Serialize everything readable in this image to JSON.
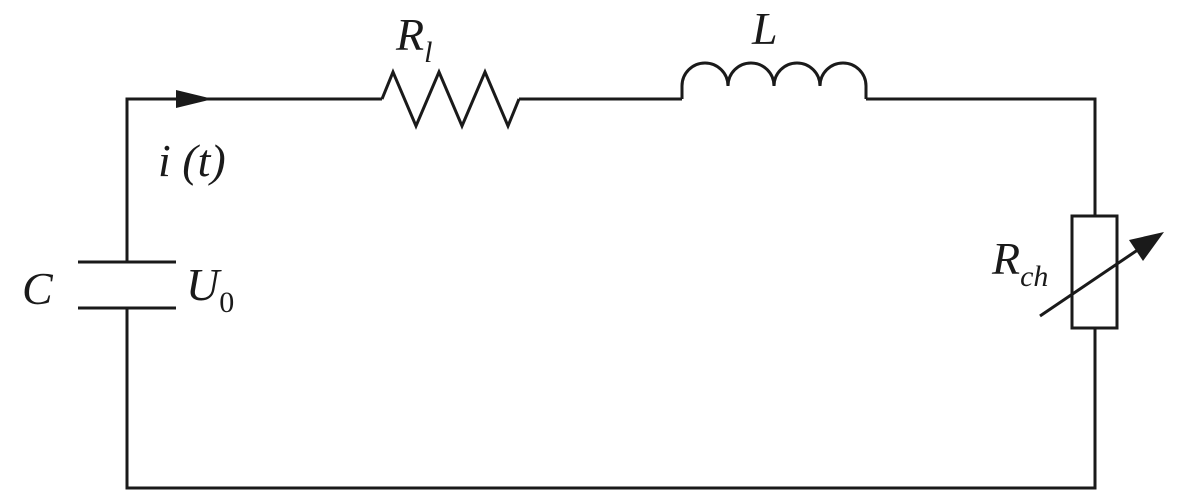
{
  "labels": {
    "resistor": {
      "main": "R",
      "sub": "l"
    },
    "inductor": "L",
    "current": "i (t)",
    "capacitor": "C",
    "voltage": {
      "main": "U",
      "sub": "0"
    },
    "variable_resistor": {
      "main": "R",
      "sub": "ch"
    }
  },
  "colors": {
    "stroke": "#1a1a1a",
    "background": "#ffffff"
  }
}
